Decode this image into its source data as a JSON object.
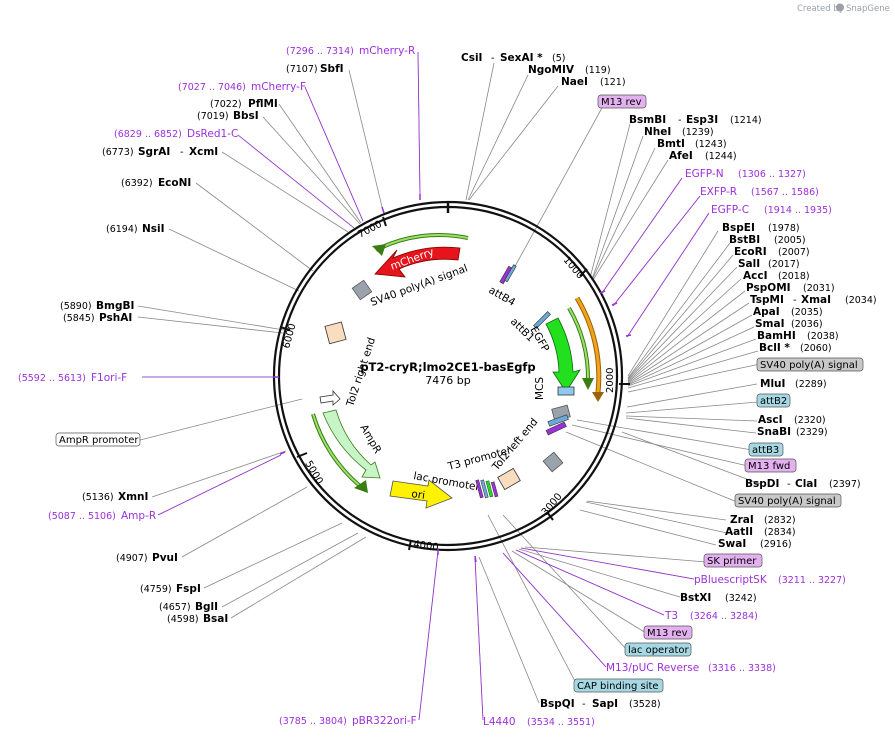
{
  "watermark": {
    "created_by": "Created by",
    "app": "SnapGene"
  },
  "plasmid": {
    "name": "pT2-cryR;lmo2CE1-basEgfp",
    "size_label": "7476 bp"
  },
  "ticks": {
    "t1000": "1000",
    "t2000": "2000",
    "t3000": "3000",
    "t4000": "4000",
    "t5000": "5000",
    "t6000": "6000",
    "t7000": "7000"
  },
  "features": {
    "mcherry": "mCherry",
    "sv40_polya_top": "SV40 poly(A) signal",
    "attb4": "attB4",
    "attb1": "attB1",
    "egfp": "EGFP",
    "mcs": "MCS",
    "tol2_right": "Tol2 right end",
    "ampr": "AmpR",
    "t3_promoter": "T3 promoter",
    "tol2_left": "Tol2 left end",
    "lac_promoter": "lac promoter",
    "ori": "ori"
  },
  "right_labels": {
    "m13_rev_top": "M13 rev",
    "bsmbi": "BsmBI",
    "esp3i": "Esp3I",
    "bsmbi_pos": "(1214)",
    "nhei": "NheI",
    "nhei_pos": "(1239)",
    "bmti": "BmtI",
    "bmti_pos": "(1243)",
    "afei": "AfeI",
    "afei_pos": "(1244)",
    "egfp_n": "EGFP-N",
    "egfp_n_pos": "(1306 .. 1327)",
    "exfp_r": "EXFP-R",
    "exfp_r_pos": "(1567 .. 1586)",
    "egfp_c": "EGFP-C",
    "egfp_c_pos": "(1914 .. 1935)",
    "bspei": "BspEI",
    "bspei_pos": "(1978)",
    "bstbi": "BstBI",
    "bstbi_pos": "(2005)",
    "ecori": "EcoRI",
    "ecori_pos": "(2007)",
    "sali": "SalI",
    "sali_pos": "(2017)",
    "acci": "AccI",
    "acci_pos": "(2018)",
    "pspomi": "PspOMI",
    "pspomi_pos": "(2031)",
    "tspmi": "TspMI",
    "xmai": "XmaI",
    "tspmi_pos": "(2034)",
    "apai": "ApaI",
    "apai_pos": "(2035)",
    "smai": "SmaI",
    "smai_pos": "(2036)",
    "bamhi": "BamHI",
    "bamhi_pos": "(2038)",
    "bcli": "BclI *",
    "bcli_pos": "(2060)",
    "sv40_polya_1": "SV40 poly(A) signal",
    "mlui": "MluI",
    "mlui_pos": "(2289)",
    "attb2": "attB2",
    "asci": "AscI",
    "asci_pos": "(2320)",
    "snabi": "SnaBI",
    "snabi_pos": "(2329)",
    "attb3": "attB3",
    "m13_fwd": "M13 fwd",
    "bspdi": "BspDI",
    "clai": "ClaI",
    "bspdi_pos": "(2397)",
    "sv40_polya_2": "SV40 poly(A) signal",
    "zrai": "ZraI",
    "zrai_pos": "(2832)",
    "aatii": "AatII",
    "aatii_pos": "(2834)",
    "swai": "SwaI",
    "swai_pos": "(2916)",
    "sk_primer": "SK primer",
    "pbluescriptsk": "pBluescriptSK",
    "pbluescriptsk_pos": "(3211 .. 3227)",
    "bstxi": "BstXI",
    "bstxi_pos": "(3242)",
    "t3": "T3",
    "t3_pos": "(3264 .. 3284)",
    "m13_rev_bottom": "M13 rev",
    "lac_operator": "lac operator",
    "m13puc_reverse": "M13/pUC Reverse",
    "m13puc_reverse_pos": "(3316 .. 3338)",
    "cap_site": "CAP binding site",
    "bspqi": "BspQI",
    "sapi": "SapI",
    "bspqi_pos": "(3528)",
    "l4440": "L4440",
    "l4440_pos": "(3534 .. 3551)"
  },
  "left_labels": {
    "mcherry_r_pos": "(7296 .. 7314)",
    "mcherry_r": "mCherry-R",
    "sbfi_pos": "(7107)",
    "sbfi": "SbfI",
    "mcherry_f_pos": "(7027 .. 7046)",
    "mcherry_f": "mCherry-F",
    "pflmi_pos": "(7022)",
    "pflmi": "PflMI",
    "bbsi_pos": "(7019)",
    "bbsi": "BbsI",
    "dsred1_c_pos": "(6829 .. 6852)",
    "dsred1_c": "DsRed1-C",
    "sgrai_pos": "(6773)",
    "sgrai": "SgrAI",
    "xcmi": "XcmI",
    "econi_pos": "(6392)",
    "econi": "EcoNI",
    "nsii_pos": "(6194)",
    "nsii": "NsiI",
    "bmgbi_pos": "(5890)",
    "bmgbi": "BmgBI",
    "pshai_pos": "(5845)",
    "pshai": "PshAI",
    "f1ori_f_pos": "(5592 .. 5613)",
    "f1ori_f": "F1ori-F",
    "ampr_promoter": "AmpR promoter",
    "xmni_pos": "(5136)",
    "xmni": "XmnI",
    "amp_r_pos": "(5087 .. 5106)",
    "amp_r": "Amp-R",
    "pvui_pos": "(4907)",
    "pvui": "PvuI",
    "fspi_pos": "(4759)",
    "fspi": "FspI",
    "bgli_pos": "(4657)",
    "bgli": "BglI",
    "bsai_pos": "(4598)",
    "bsai": "BsaI",
    "pbr322ori_f_pos": "(3785 .. 3804)",
    "pbr322ori_f": "pBR322ori-F"
  },
  "top_labels": {
    "csii": "CsiI",
    "sexai": "SexAI *",
    "csii_pos": "(5)",
    "ngomiv": "NgoMIV",
    "ngomiv_pos": "(119)",
    "naei": "NaeI",
    "naei_pos": "(121)"
  },
  "colors": {
    "primer": "#9B30D9",
    "mcherry": "#E8141B",
    "egfp": "#22E01E",
    "ampr": "#C8F5C8",
    "ori": "#FFF200",
    "orange_arrow": "#F2A31C",
    "green_arc": "#6BBF2A",
    "misc_feature": "#9AA3AB",
    "box_gray": "#C8C8C8",
    "box_blue": "#A6D8E4",
    "box_purple": "#E3B0F0"
  }
}
